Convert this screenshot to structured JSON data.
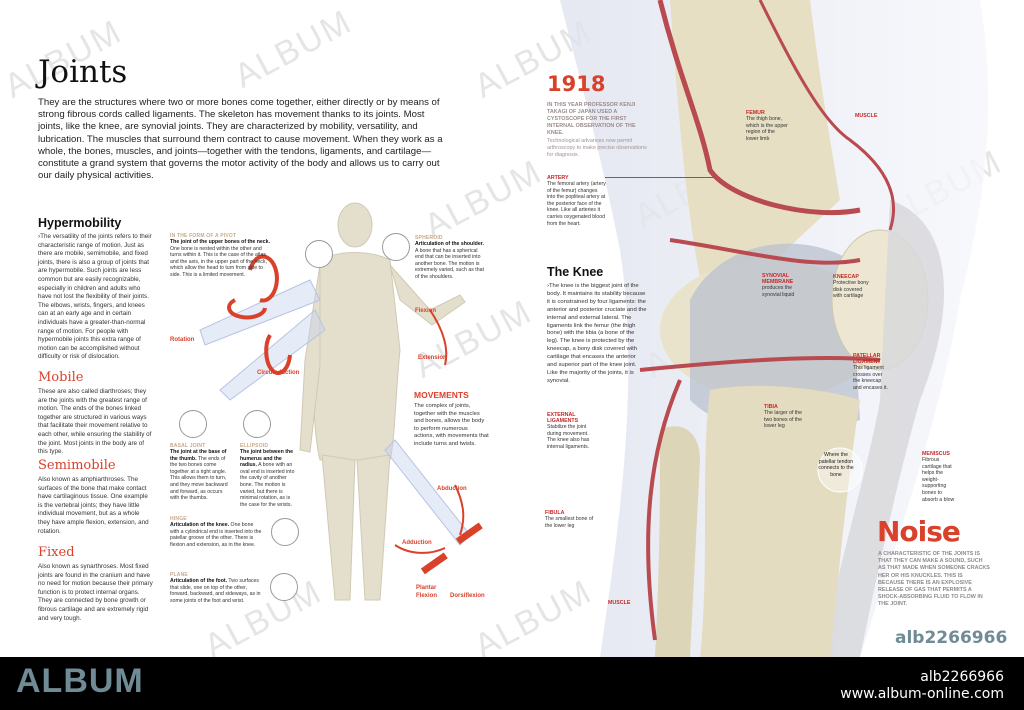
{
  "left_page": {
    "title": "Joints",
    "intro": "They are the structures where two or more bones come together, either directly or by means of strong fibrous cords called ligaments. The skeleton has movement thanks to its joints. Most joints, like the knee, are synovial joints. They are characterized by mobility, versatility, and lubrication. The muscles that surround them contract to cause movement. When they work as a whole, the bones, muscles, and joints—together with the tendons, ligaments, and cartilage—constitute a grand system that governs the motor activity of the body and allows us to carry out our daily physical activities.",
    "sections": [
      {
        "heading": "Hypermobility",
        "text": "›The versatility of the joints refers to their characteristic range of motion. Just as there are mobile, semimobile, and fixed joints, there is also a group of joints that are hypermobile. Such joints are less common but are easily recognizable, especially in children and adults who have not lost the flexibility of their joints. The elbows, wrists, fingers, and knees can at an early age and in certain individuals have a greater-than-normal range of motion. For people with hypermobile joints this extra range of motion can be accomplished without difficulty or risk of dislocation."
      },
      {
        "heading": "Mobile",
        "text": "These are also called diarthroses; they are the joints with the greatest range of motion. The ends of the bones linked together are structured in various ways that facilitate their movement relative to each other, while ensuring the stability of the joint. Most joints in the body are of this type."
      },
      {
        "heading": "Semimobile",
        "text": "Also known as amphiarthroses. The surfaces of the bone that make contact have cartilaginous tissue. One example is the vertebral joints; they have little individual movement, but as a whole they have ample flexion, extension, and rotation."
      },
      {
        "heading": "Fixed",
        "text": "Also known as synarthroses. Most fixed joints are found in the cranium and have no need for motion because their primary function is to protect internal organs. They are connected by bone growth or fibrous cartilage and are extremely rigid and very tough."
      }
    ],
    "joint_types": [
      {
        "tag": "IN THE FORM OF A PIVOT",
        "lead": "The joint of the upper bones of the neck.",
        "text": "One bone is nested within the other and turns within it. This is the case of the atlas and the axis, in the upper part of the neck, which allow the head to turn from side to side. This is a limited movement."
      },
      {
        "tag": "BASAL JOINT",
        "lead": "The joint at the base of the thumb.",
        "text": "The ends of the two bones come together at a right angle. This allows them to turn, and they move backward and forward, as occurs with the thumbs."
      },
      {
        "tag": "ELLIPSOID",
        "lead": "The joint between the humerus and the radius.",
        "text": "A bone with an oval end is inserted into the cavity of another bone. The motion is varied, but there is minimal rotation, as is the case for the wrists."
      },
      {
        "tag": "HINGE",
        "lead": "Articulation of the knee.",
        "text": "One bone with a cylindrical end is inserted into the patellar groove of the other. There is flexion and extension, as in the knee."
      },
      {
        "tag": "PLANE",
        "lead": "Articulation of the foot.",
        "text": "Two surfaces that slide, one on top of the other, forward, backward, and sideways, as in some joints of the foot and wrist."
      },
      {
        "tag": "SPHEROID",
        "lead": "Articulation of the shoulder.",
        "text": "A bone that has a spherical end that can be inserted into another bone. The motion is extremely varied, such as that of the shoulders."
      }
    ],
    "movement_labels": [
      "Rotation",
      "Circumduction",
      "Flexion",
      "Extension",
      "Abduction",
      "Adduction",
      "Plantar Flexion",
      "Dorsiflexion"
    ],
    "movements": {
      "heading": "MOVEMENTS",
      "text": "The complex of joints, together with the muscles and bones, allows the body to perform numerous actions, with movements that include turns and twists."
    }
  },
  "right_page": {
    "year": "1918",
    "year_text_bold": "IN THIS YEAR PROFESSOR KENJI TAKAGI OF JAPAN USED A CYSTOSCOPE FOR THE FIRST INTERNAL OBSERVATION OF THE KNEE.",
    "year_text": "Technological advances now permit arthroscopy to make precise observations for diagnosis.",
    "knee_heading": "The Knee",
    "knee_text": "›The knee is the biggest joint of the body. It maintains its stability because it is constrained by four ligaments: the anterior and posterior cruciate and the internal and external lateral. The ligaments link the femur (the thigh bone) with the tibia (a bone of the leg). The knee is protected by the kneecap, a bony disk covered with cartilage that encases the anterior and superior part of the knee joint. Like the majority of the joints, it is synovial.",
    "labels": {
      "artery": {
        "title": "ARTERY",
        "text": "The femoral artery (artery of the femur) changes into the popliteal artery at the posterior face of the knee. Like all arteries it carries oxygenated blood from the heart."
      },
      "external_ligaments": {
        "title": "EXTERNAL LIGAMENTS",
        "text": "Stabilize the joint during movement. The knee also has internal ligaments."
      },
      "fibula": {
        "title": "FIBULA",
        "text": "The smallest bone of the lower leg"
      },
      "muscle_bottom": {
        "title": "MUSCLE"
      },
      "femur": {
        "title": "FEMUR",
        "text": "The thigh bone, which is the upper region of the lower limb"
      },
      "muscle_top": {
        "title": "MUSCLE"
      },
      "synovial": {
        "title": "SYNOVIAL MEMBRANE",
        "text": "produces the synovial liquid"
      },
      "kneecap": {
        "title": "KNEECAP",
        "text": "Protective bony disk covered with cartilage"
      },
      "patellar": {
        "title": "PATELLAR LIGAMENT",
        "text": "This ligament crosses over the kneecap and encases it."
      },
      "tibia": {
        "title": "TIBIA",
        "text": "The larger of the two bones of the lower leg"
      },
      "tendon": {
        "text": "Where the patellar tendon connects to the bone"
      },
      "meniscus": {
        "title": "MENISCUS",
        "text": "Fibrous cartilage that helps the weight-supporting bones to absorb a blow"
      }
    },
    "noise_heading": "Noise",
    "noise_text": "A CHARACTERISTIC OF THE JOINTS IS THAT THEY CAN MAKE A SOUND, SUCH AS THAT MADE WHEN SOMEONE CRACKS HER OR HIS KNUCKLES. THIS IS BECAUSE THERE IS AN EXPLOSIVE RELEASE OF GAS THAT PERMITS A SHOCK-ABSORBING FLUID TO FLOW IN THE JOINT."
  },
  "watermark": {
    "text": "ALBUM",
    "image_id": "alb2266966"
  },
  "footer": {
    "logo": "ALBUM",
    "image_id": "alb2266966",
    "url": "www.album-online.com"
  },
  "colors": {
    "accent_red": "#d9412b",
    "logo_teal": "#6f8b95",
    "bone": "#e4dcc0",
    "artery": "#b84a50"
  }
}
